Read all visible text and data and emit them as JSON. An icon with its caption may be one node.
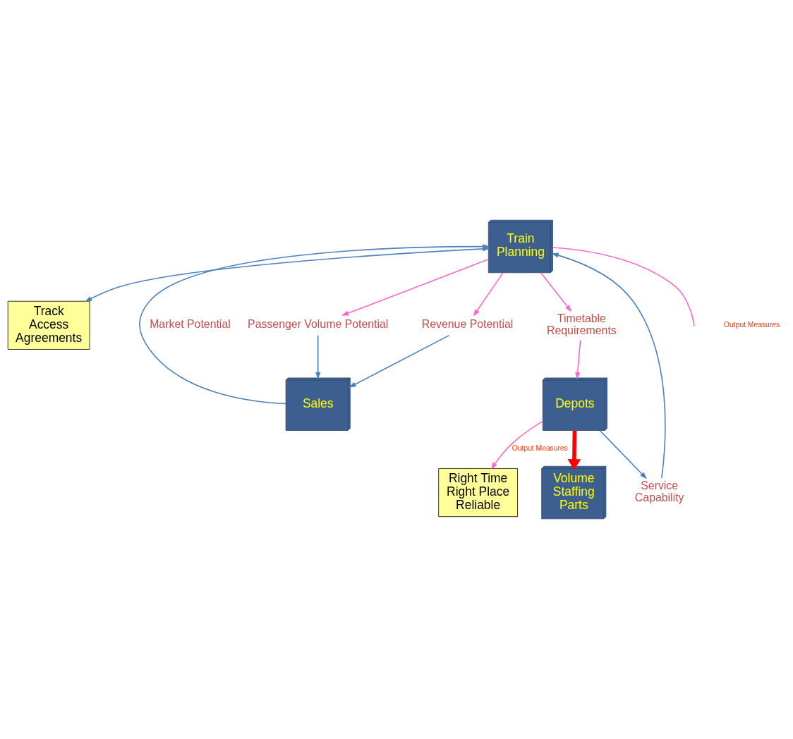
{
  "diagram": {
    "nodes": [
      {
        "text": [
          "Track Access Agreements"
        ]
      },
      {
        "text": [
          "Train Planning"
        ]
      },
      {
        "text": [
          "Sales"
        ]
      },
      {
        "text": [
          "Depots"
        ]
      },
      {
        "text": [
          "Right Time Right Place Reliable"
        ]
      },
      {
        "text": [
          "Volume Staffing Parts"
        ]
      },
      {
        "text": [
          "Passenger Volume Potential"
        ]
      },
      {
        "text": [
          "Revenue Potential"
        ]
      },
      {
        "text": [
          "Service Capability"
        ]
      },
      {
        "text": [
          "Timetable Requirements"
        ]
      }
    ],
    "edges": [
      {
        "from": 1,
        "to": 0,
        "arrow": "both"
      },
      {
        "from": 1,
        "to": null,
        "arrow": "none",
        "color": "#ff66cc"
      },
      {
        "from": 1,
        "to": 6,
        "arrow": "to",
        "color": "#ff66cc"
      },
      {
        "from": 1,
        "to": 7,
        "arrow": "to",
        "color": "#ff66cc"
      },
      {
        "from": 7,
        "to": 2,
        "arrow": "to"
      },
      {
        "from": 6,
        "to": 2,
        "arrow": "to"
      },
      {
        "from": 2,
        "to": 1,
        "arrow": "to",
        "label": "Market Potential"
      },
      {
        "from": 8,
        "to": 1,
        "arrow": "to"
      },
      {
        "from": 1,
        "to": 9,
        "arrow": "to",
        "color": "#ff66cc"
      },
      {
        "from": 9,
        "to": 3,
        "arrow": "to",
        "color": "#ff66cc"
      },
      {
        "from": 3,
        "to": 8,
        "arrow": "to"
      },
      {
        "from": 3,
        "to": 4,
        "arrow": "to",
        "label": "Output Measures",
        "color": "#ff66cc"
      },
      {
        "from": 3,
        "to": 5,
        "arrow": "to",
        "style": "thick",
        "color": "#ff0000"
      }
    ],
    "labels": [
      "Output Measures"
    ]
  }
}
